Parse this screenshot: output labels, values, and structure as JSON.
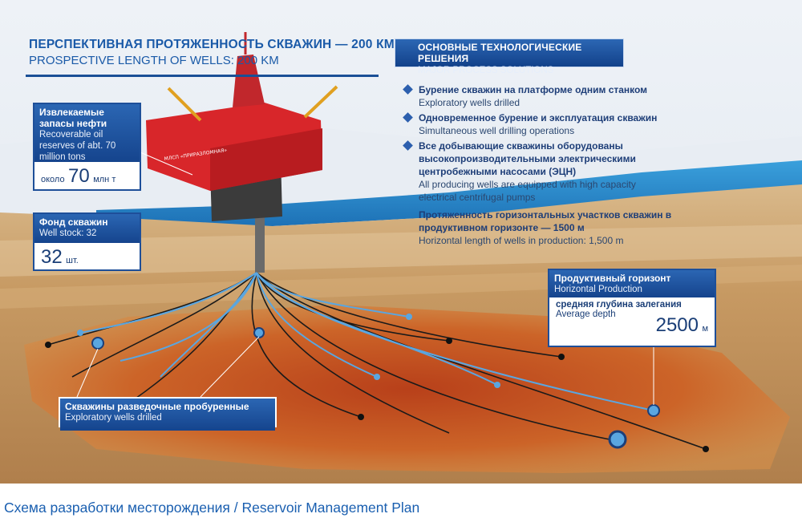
{
  "header": {
    "title_ru": "ПЕРСПЕКТИВНАЯ ПРОТЯЖЕННОСТЬ СКВАЖИН — 200 КМ",
    "title_en": "PROSPECTIVE LENGTH OF WELLS: 200 KM"
  },
  "solutions": {
    "title_ru": "ОСНОВНЫЕ ТЕХНОЛОГИЧЕСКИЕ РЕШЕНИЯ",
    "title_en": "MAJOR PROCESS SOLUTIONS",
    "items": [
      {
        "ru": "Бурение скважин на платформе одним станком",
        "en": "Exploratory wells drilled"
      },
      {
        "ru": "Одновременное бурение и эксплуатация скважин",
        "en": "Simultaneous well drilling operations"
      },
      {
        "ru": "Все добывающие скважины оборудованы высокопроизводительными электрическими центробежными насосами (ЭЦН)",
        "en": "All producing wells are equipped with high capacity electrical centrifugal pumps"
      },
      {
        "ru": "Протяженность горизонтальных участков скважин в продуктивном горизонте — 1500 м",
        "en": "Horizontal length of wells in production: 1,500 m"
      }
    ]
  },
  "reserves": {
    "title_ru": "Извлекаемые запасы нефти",
    "title_en": "Recoverable oil reserves of abt. 70 million tons",
    "prefix": "около",
    "value": "70",
    "unit": "млн т"
  },
  "well_stock": {
    "title_ru": "Фонд скважин",
    "title_en": "Well stock: 32",
    "value": "32",
    "unit": "шт."
  },
  "horizon": {
    "title_ru": "Продуктивный горизонт",
    "title_en": "Horizontal Production",
    "depth_ru": "средняя глубина залегания",
    "depth_en": "Average depth",
    "value": "2500",
    "unit": "м"
  },
  "exploratory": {
    "title_ru": "Скважины разведочные пробуренные",
    "title_en": "Exploratory wells drilled"
  },
  "platform": {
    "label": "МЛСП «ПРИРАЗЛОМНАЯ»"
  },
  "footer": {
    "caption": "Схема разработки месторождения / Reservoir Management Plan"
  },
  "colors": {
    "accent_blue": "#1a5aa8",
    "box_blue": "#15448d",
    "platform_red": "#d8262a",
    "reservoir_orange": "#c4561c",
    "sea_blue": "#2a8fcf"
  }
}
